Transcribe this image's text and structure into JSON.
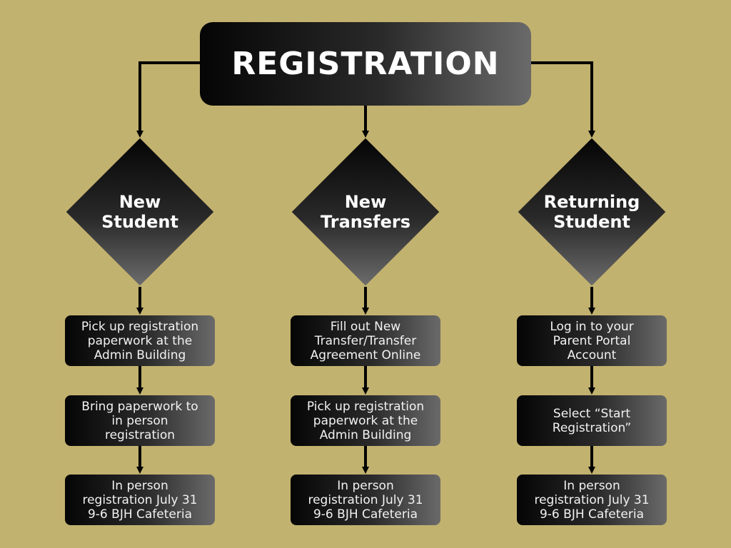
{
  "title": "REGISTRATION",
  "colors": {
    "background": "#c2b26f",
    "box_dark": "#050505",
    "box_light": "#6a6a6a",
    "text": "#ffffff",
    "connector": "#000000"
  },
  "columns": [
    {
      "label_line1": "New",
      "label_line2": "Student",
      "steps": [
        [
          "Pick up registration",
          "paperwork at the",
          "Admin Building"
        ],
        [
          "Bring paperwork to",
          "in person",
          "registration"
        ],
        [
          "In person",
          "registration July 31",
          "9-6 BJH Cafeteria"
        ]
      ]
    },
    {
      "label_line1": "New",
      "label_line2": "Transfers",
      "steps": [
        [
          "Fill out New",
          "Transfer/Transfer",
          "Agreement Online"
        ],
        [
          "Pick up registration",
          "paperwork at the",
          "Admin Building"
        ],
        [
          "In person",
          "registration July 31",
          "9-6 BJH Cafeteria"
        ]
      ]
    },
    {
      "label_line1": "Returning",
      "label_line2": "Student",
      "steps": [
        [
          "Log in to your",
          "Parent Portal",
          "Account"
        ],
        [
          "Select “Start",
          "Registration”"
        ],
        [
          "In person",
          "registration July 31",
          "9-6 BJH Cafeteria"
        ]
      ]
    }
  ]
}
